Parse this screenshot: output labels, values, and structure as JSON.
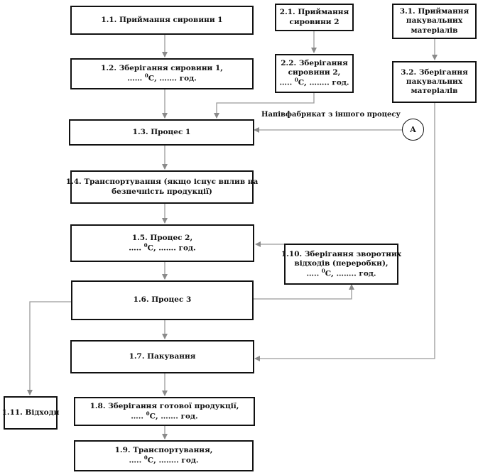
{
  "nodes": {
    "n1_1": {
      "line1": "1.1. Приймання сировини 1"
    },
    "n1_2": {
      "line1": "1.2. Зберігання сировини 1,",
      "line2_pre": "…… ",
      "sup": "0",
      "line2_post": "С, ……. год."
    },
    "n2_1": {
      "line1": "2.1. Приймання",
      "line2": "сировини 2"
    },
    "n2_2": {
      "line1": "2.2. Зберігання",
      "line2": "сировини 2,",
      "line3_pre": "….. ",
      "sup": "0",
      "line3_post": "С, …….. год."
    },
    "n3_1": {
      "line1": "3.1. Приймання",
      "line2": "пакувальних",
      "line3": "матеріалів"
    },
    "n3_2": {
      "line1": "3.2. Зберігання",
      "line2": "пакувальних",
      "line3": "матеріалів"
    },
    "n1_3": {
      "line1": "1.3. Процес 1"
    },
    "n1_4": {
      "line1": "1.4. Транспортування (якщо існує вплив на",
      "line2": "безпечність продукції)"
    },
    "n1_5": {
      "line1": "1.5. Процес 2,",
      "line2_pre": "….. ",
      "sup": "0",
      "line2_post": "С, ……. год."
    },
    "n1_10": {
      "line1": "1.10. Зберігання зворотних",
      "line2": "відходів (переробки),",
      "line3_pre": "….. ",
      "sup": "0",
      "line3_post": "С, …….. год."
    },
    "n1_6": {
      "line1": "1.6. Процес 3"
    },
    "n1_7": {
      "line1": "1.7. Пакування"
    },
    "n1_11": {
      "line1": "1.11. Відходи"
    },
    "n1_8": {
      "line1": "1.8. Зберігання готової продукції,",
      "line2_pre": "….. ",
      "sup": "0",
      "line2_post": "С, ……. год."
    },
    "n1_9": {
      "line1": "1.9. Транспортування,",
      "line2_pre": "….. ",
      "sup": "0",
      "line2_post": "С, …….. год."
    }
  },
  "connector": {
    "label": "А"
  },
  "edge_label": "Напівфабрикат з іншого процесу",
  "colors": {
    "box_border": "#111111",
    "arrow": "#9a9a9a"
  }
}
